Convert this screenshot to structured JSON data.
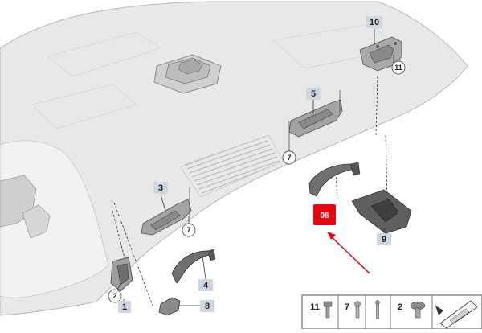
{
  "callouts": {
    "c1": "1",
    "c2": "2",
    "c3": "3",
    "c4": "4",
    "c5": "5",
    "c7a": "7",
    "c7b": "7",
    "c8": "8",
    "c9": "9",
    "c10": "10",
    "c11": "11"
  },
  "highlight": {
    "label": "06",
    "color": "#e30613"
  },
  "legend": {
    "items": [
      {
        "num": "11",
        "icon": "screw-icon"
      },
      {
        "num": "7",
        "icon": "clip-icon"
      },
      {
        "num": "",
        "icon": "pin-icon"
      },
      {
        "num": "2",
        "icon": "bolt-icon"
      },
      {
        "num": "",
        "icon": "parts-arrow-icon"
      }
    ]
  },
  "colors": {
    "arrow": "#e30613",
    "callout_bg": "#cfd6de",
    "headliner": "#e9e9e9"
  }
}
